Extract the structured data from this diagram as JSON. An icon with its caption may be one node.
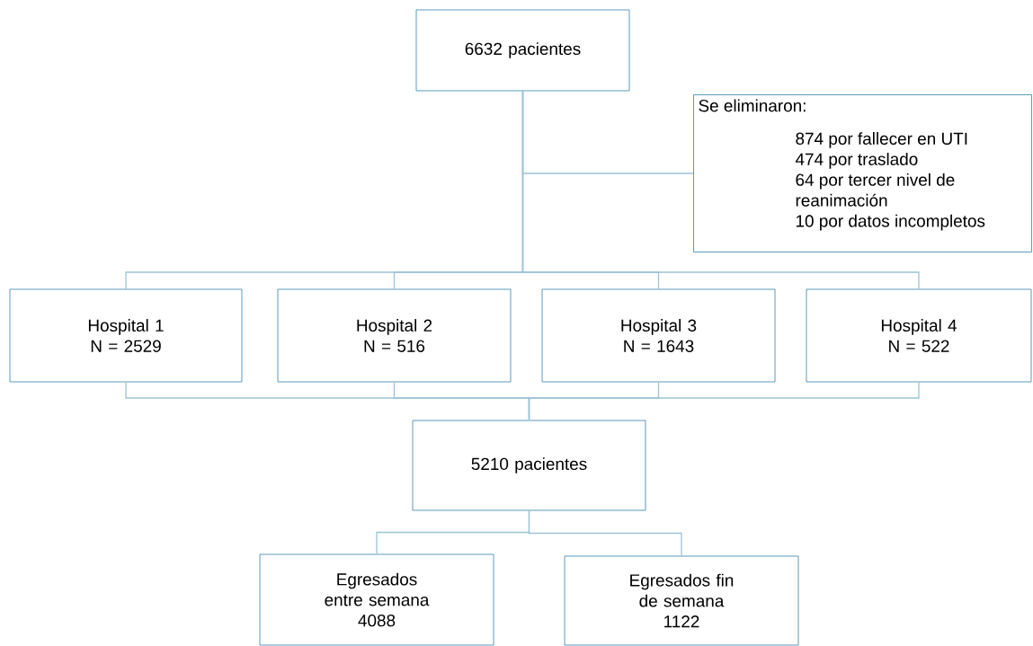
{
  "diagram": {
    "nodes": [
      {
        "text": [
          "6632 pacientes"
        ]
      },
      {
        "text": [
          "Se eliminaron:",
          "874 por fallecer en UTI",
          "474 por traslado",
          "64 por tercer nivel de reanimación",
          "10 por datos incompletos"
        ]
      },
      {
        "text": [
          "Hospital 1",
          "N = 2529"
        ]
      },
      {
        "text": [
          "Hospital 2",
          "N = 516"
        ]
      },
      {
        "text": [
          "Hospital 3",
          "N = 1643"
        ]
      },
      {
        "text": [
          "Hospital 4",
          "N = 522"
        ]
      },
      {
        "text": [
          "5210 pacientes"
        ]
      },
      {
        "text": [
          "Egresados entre semana",
          "4088"
        ]
      },
      {
        "text": [
          "Egresados fin de semana",
          "1122"
        ]
      }
    ],
    "edges": [
      {
        "from": 0,
        "to": 1,
        "arrow": "none"
      },
      {
        "from": 0,
        "to": 2,
        "arrow": "none"
      },
      {
        "from": 0,
        "to": 3,
        "arrow": "none"
      },
      {
        "from": 0,
        "to": 4,
        "arrow": "none"
      },
      {
        "from": 0,
        "to": 5,
        "arrow": "none"
      },
      {
        "from": 2,
        "to": 6,
        "arrow": "none"
      },
      {
        "from": 3,
        "to": 6,
        "arrow": "none"
      },
      {
        "from": 4,
        "to": 6,
        "arrow": "none"
      },
      {
        "from": 5,
        "to": 6,
        "arrow": "none"
      },
      {
        "from": 6,
        "to": 7,
        "arrow": "none"
      },
      {
        "from": 6,
        "to": 8,
        "arrow": "none"
      }
    ]
  }
}
